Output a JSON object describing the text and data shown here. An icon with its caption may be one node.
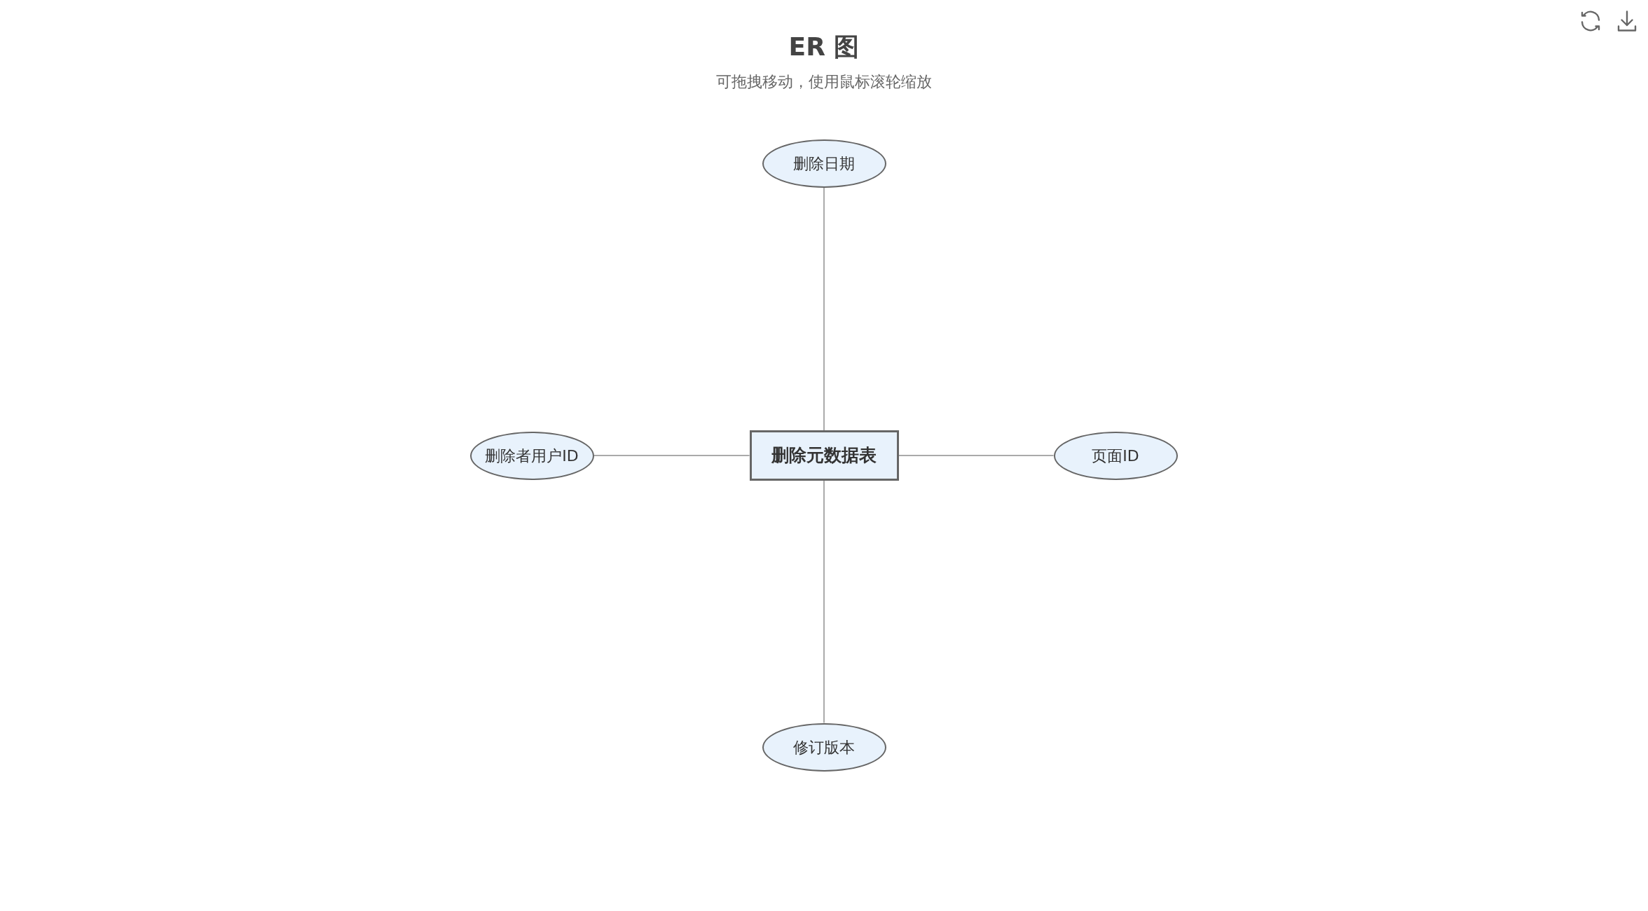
{
  "diagram": {
    "title": "ER 图",
    "caption": "可拖拽移动，使用鼠标滚轮缩放",
    "nodes": [
      {
        "text": [
          "删除日期"
        ]
      },
      {
        "text": [
          "删除者用户ID"
        ]
      },
      {
        "text": [
          "删除元数据表"
        ]
      },
      {
        "text": [
          "页面ID"
        ]
      },
      {
        "text": [
          "修订版本"
        ]
      }
    ],
    "edges": [
      {
        "from": 2,
        "to": 0,
        "arrow": "none"
      },
      {
        "from": 2,
        "to": 1,
        "arrow": "none"
      },
      {
        "from": 2,
        "to": 3,
        "arrow": "none"
      },
      {
        "from": 2,
        "to": 4,
        "arrow": "none"
      }
    ]
  }
}
